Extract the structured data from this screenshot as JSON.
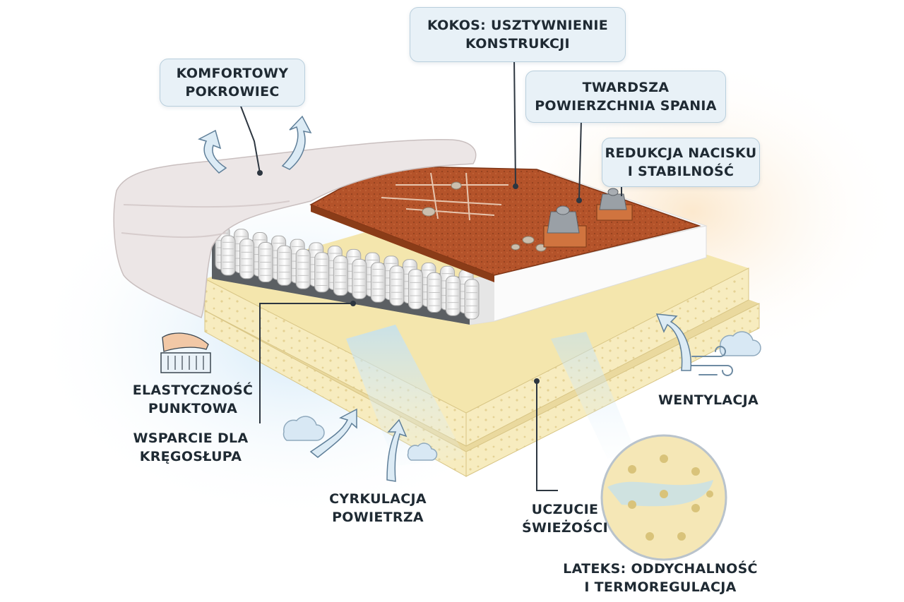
{
  "labels": {
    "comfort_cover": "KOMFORTOWY\nPOKROWIEC",
    "coconut": "KOKOS: USZTYWNIENIE\nKONSTRUKCJI",
    "firmer_surface": "TWARDSZA\nPOWIERZCHNIA SPANIA",
    "pressure_relief": "REDUKCJA NACISKU\nI STABILNOŚĆ",
    "point_elasticity": "ELASTYCZNOŚĆ\nPUNKTOWA",
    "spine_support": "WSPARCIE DLA\nKRĘGOSŁUPA",
    "ventilation": "WENTYLACJA",
    "air_circulation": "CYRKULACJA\nPOWIETRZA",
    "freshness": "UCZUCIE\nŚWIEŻOŚCI",
    "latex": "LATEKS: ODDYCHALNOŚĆ\nI TERMOREGULACJA"
  },
  "colors": {
    "box_fill": "#e8f1f7",
    "box_border": "#b9cfdd",
    "text": "#1f2a33",
    "coconut": "#b8552a",
    "latex": "#f5e9b8",
    "foam": "#f2f2f2",
    "cover": "#ece6e6",
    "arrow": "#5f7f99",
    "leader": "#2d3640"
  },
  "icons": [
    "hand-on-mattress-icon",
    "cloud-icon",
    "wind-icon",
    "curved-arrow-icon",
    "weight-icon",
    "latex-closeup-icon"
  ]
}
